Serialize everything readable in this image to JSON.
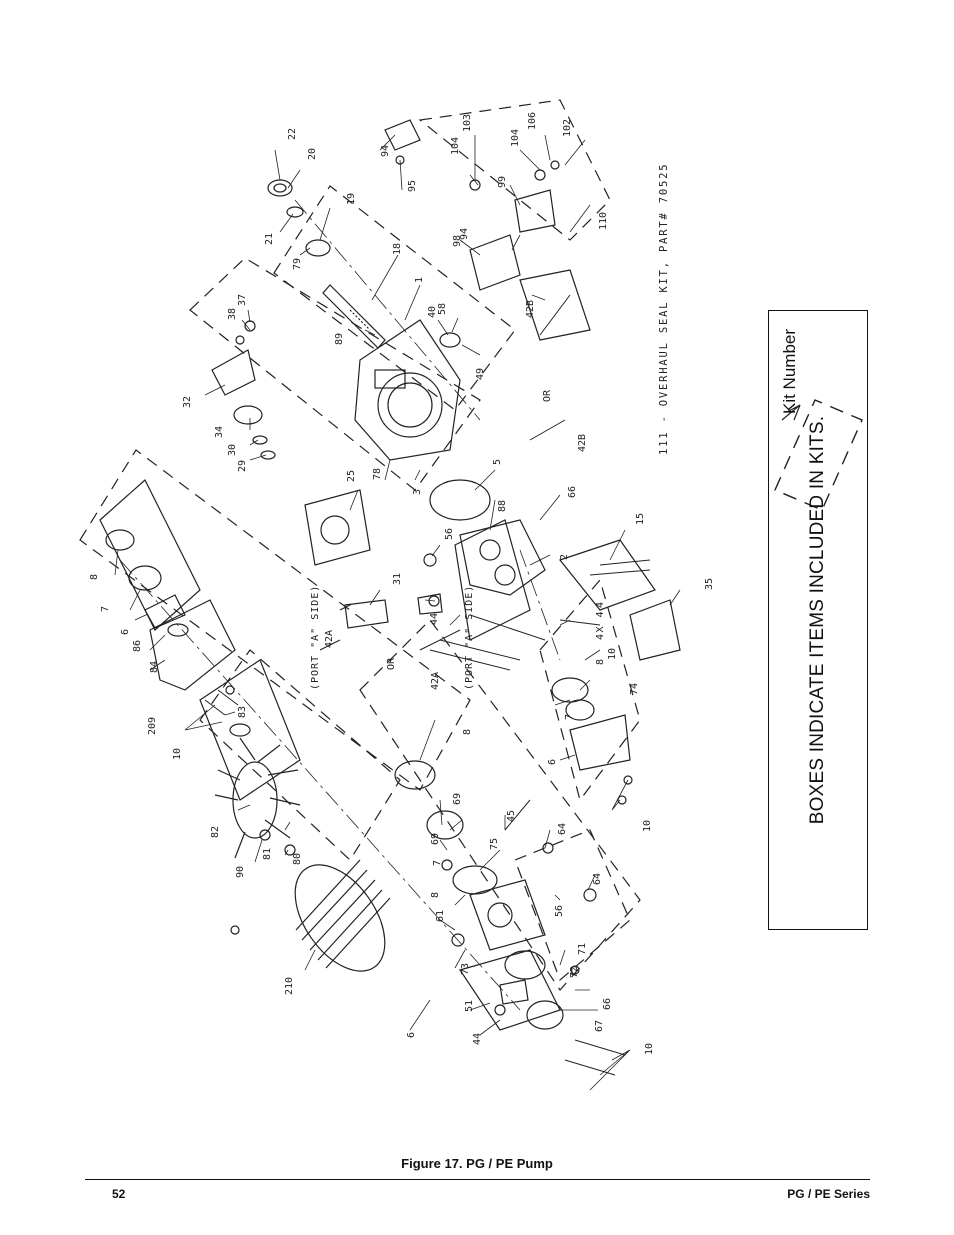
{
  "figure": {
    "caption": "Figure 17. PG / PE Pump",
    "kit_note": "111 - OVERHAUL SEAL KIT, PART# 70525",
    "port_a_label_1": "(PORT \"A\" SIDE)",
    "port_a_label_2": "(PORT \"A\" SIDE)",
    "or_label_1": "OR",
    "or_label_2": "OR",
    "bolt_label": "4X 4",
    "callouts": [
      "22",
      "20",
      "21",
      "19",
      "79",
      "18",
      "89",
      "1",
      "94",
      "95",
      "103",
      "104",
      "104",
      "106",
      "102",
      "99",
      "94",
      "98",
      "110",
      "40",
      "58",
      "49",
      "42B",
      "42B",
      "37",
      "38",
      "32",
      "34",
      "30",
      "29",
      "25",
      "78",
      "3",
      "5",
      "88",
      "66",
      "2",
      "15",
      "56",
      "31",
      "44",
      "42A",
      "42A",
      "35",
      "4",
      "8",
      "7",
      "6",
      "86",
      "84",
      "209",
      "10",
      "83",
      "82",
      "81",
      "80",
      "90",
      "210",
      "8",
      "69",
      "69",
      "7",
      "45",
      "64",
      "75",
      "8",
      "61",
      "56",
      "64",
      "73",
      "71",
      "72",
      "51",
      "44",
      "66",
      "67",
      "6",
      "10",
      "74",
      "7",
      "6",
      "8",
      "10",
      "10"
    ]
  },
  "legend": {
    "title": "BOXES INDICATE ITEMS INCLUDED IN KITS.",
    "kit_number": "Kit  Number"
  },
  "footer": {
    "page_number": "52",
    "series": "PG / PE Series"
  }
}
